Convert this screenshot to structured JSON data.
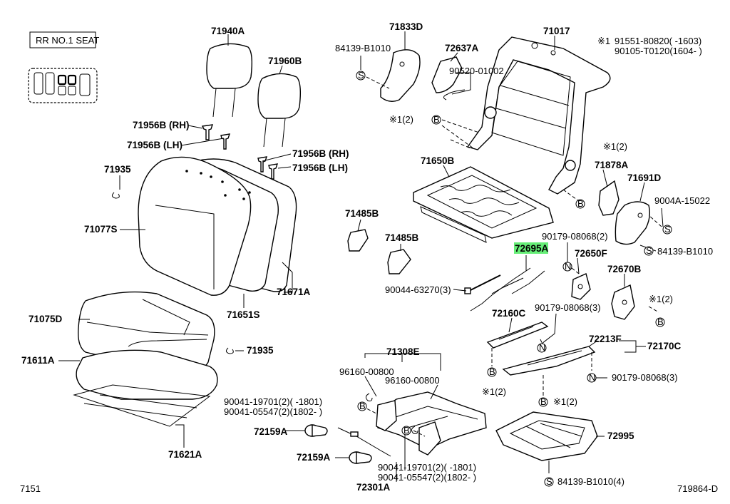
{
  "header_box": "RR NO.1 SEAT",
  "footer": {
    "left": "7151",
    "right": "719864-D"
  },
  "highlighted_part": "72695A",
  "labels": {
    "p71940A": "71940A",
    "p71960B": "71960B",
    "p71956B_rh_1": "71956B (RH)",
    "p71956B_lh_1": "71956B (LH)",
    "p71956B_rh_2": "71956B (RH)",
    "p71956B_lh_2": "71956B (LH)",
    "p71935_1": "71935",
    "p71077S": "71077S",
    "p71671A": "71671A",
    "p71651S": "71651S",
    "p71075D": "71075D",
    "p71935_2": "71935",
    "p71611A": "71611A",
    "p71621A": "71621A",
    "p84139_B1010_top": "84139-B1010",
    "p71833D": "71833D",
    "p72637A": "72637A",
    "p90520_01002": "90520-01002",
    "p71017": "71017",
    "note1_a": "91551-80820(     -1603)",
    "note1_b": "90105-T0120(1604-     )",
    "note_mark": "※1",
    "ref1_2_a": "※1(2)",
    "ref1_2_b": "※1(2)",
    "ref1_2_c": "※1(2)",
    "ref1_2_d": "※1(2)",
    "ref1_2_e": "※1(2)",
    "p71650B": "71650B",
    "p71878A": "71878A",
    "p71691D": "71691D",
    "p9004A_15022": "9004A-15022",
    "p84139_B1010_right": "84139-B1010",
    "p71485B_1": "71485B",
    "p71485B_2": "71485B",
    "p90179_08068_a": "90179-08068(2)",
    "p72695A": "72695A",
    "p72650F": "72650F",
    "p72670B": "72670B",
    "p90044_63270": "90044-63270(3)",
    "p72160C": "72160C",
    "p90179_08068_b": "90179-08068(3)",
    "p72213F": "72213F",
    "p72170C": "72170C",
    "p90179_08068_c": "90179-08068(3)",
    "p71308E": "71308E",
    "p96160_00800_a": "96160-00800",
    "p96160_00800_b": "96160-00800",
    "p90041_19701_a": "90041-19701(2)(     -1801)",
    "p90041_05547_a": "90041-05547(2)(1802-     )",
    "p72159A_1": "72159A",
    "p72159A_2": "72159A",
    "p90041_19701_b": "90041-19701(2)(     -1801)",
    "p90041_05547_b": "90041-05547(2)(1802-     )",
    "p72301A": "72301A",
    "p72995": "72995",
    "p84139_B1010_4": "84139-B1010(4)"
  },
  "circle_marks": {
    "S": "S",
    "B": "B",
    "N": "N"
  }
}
